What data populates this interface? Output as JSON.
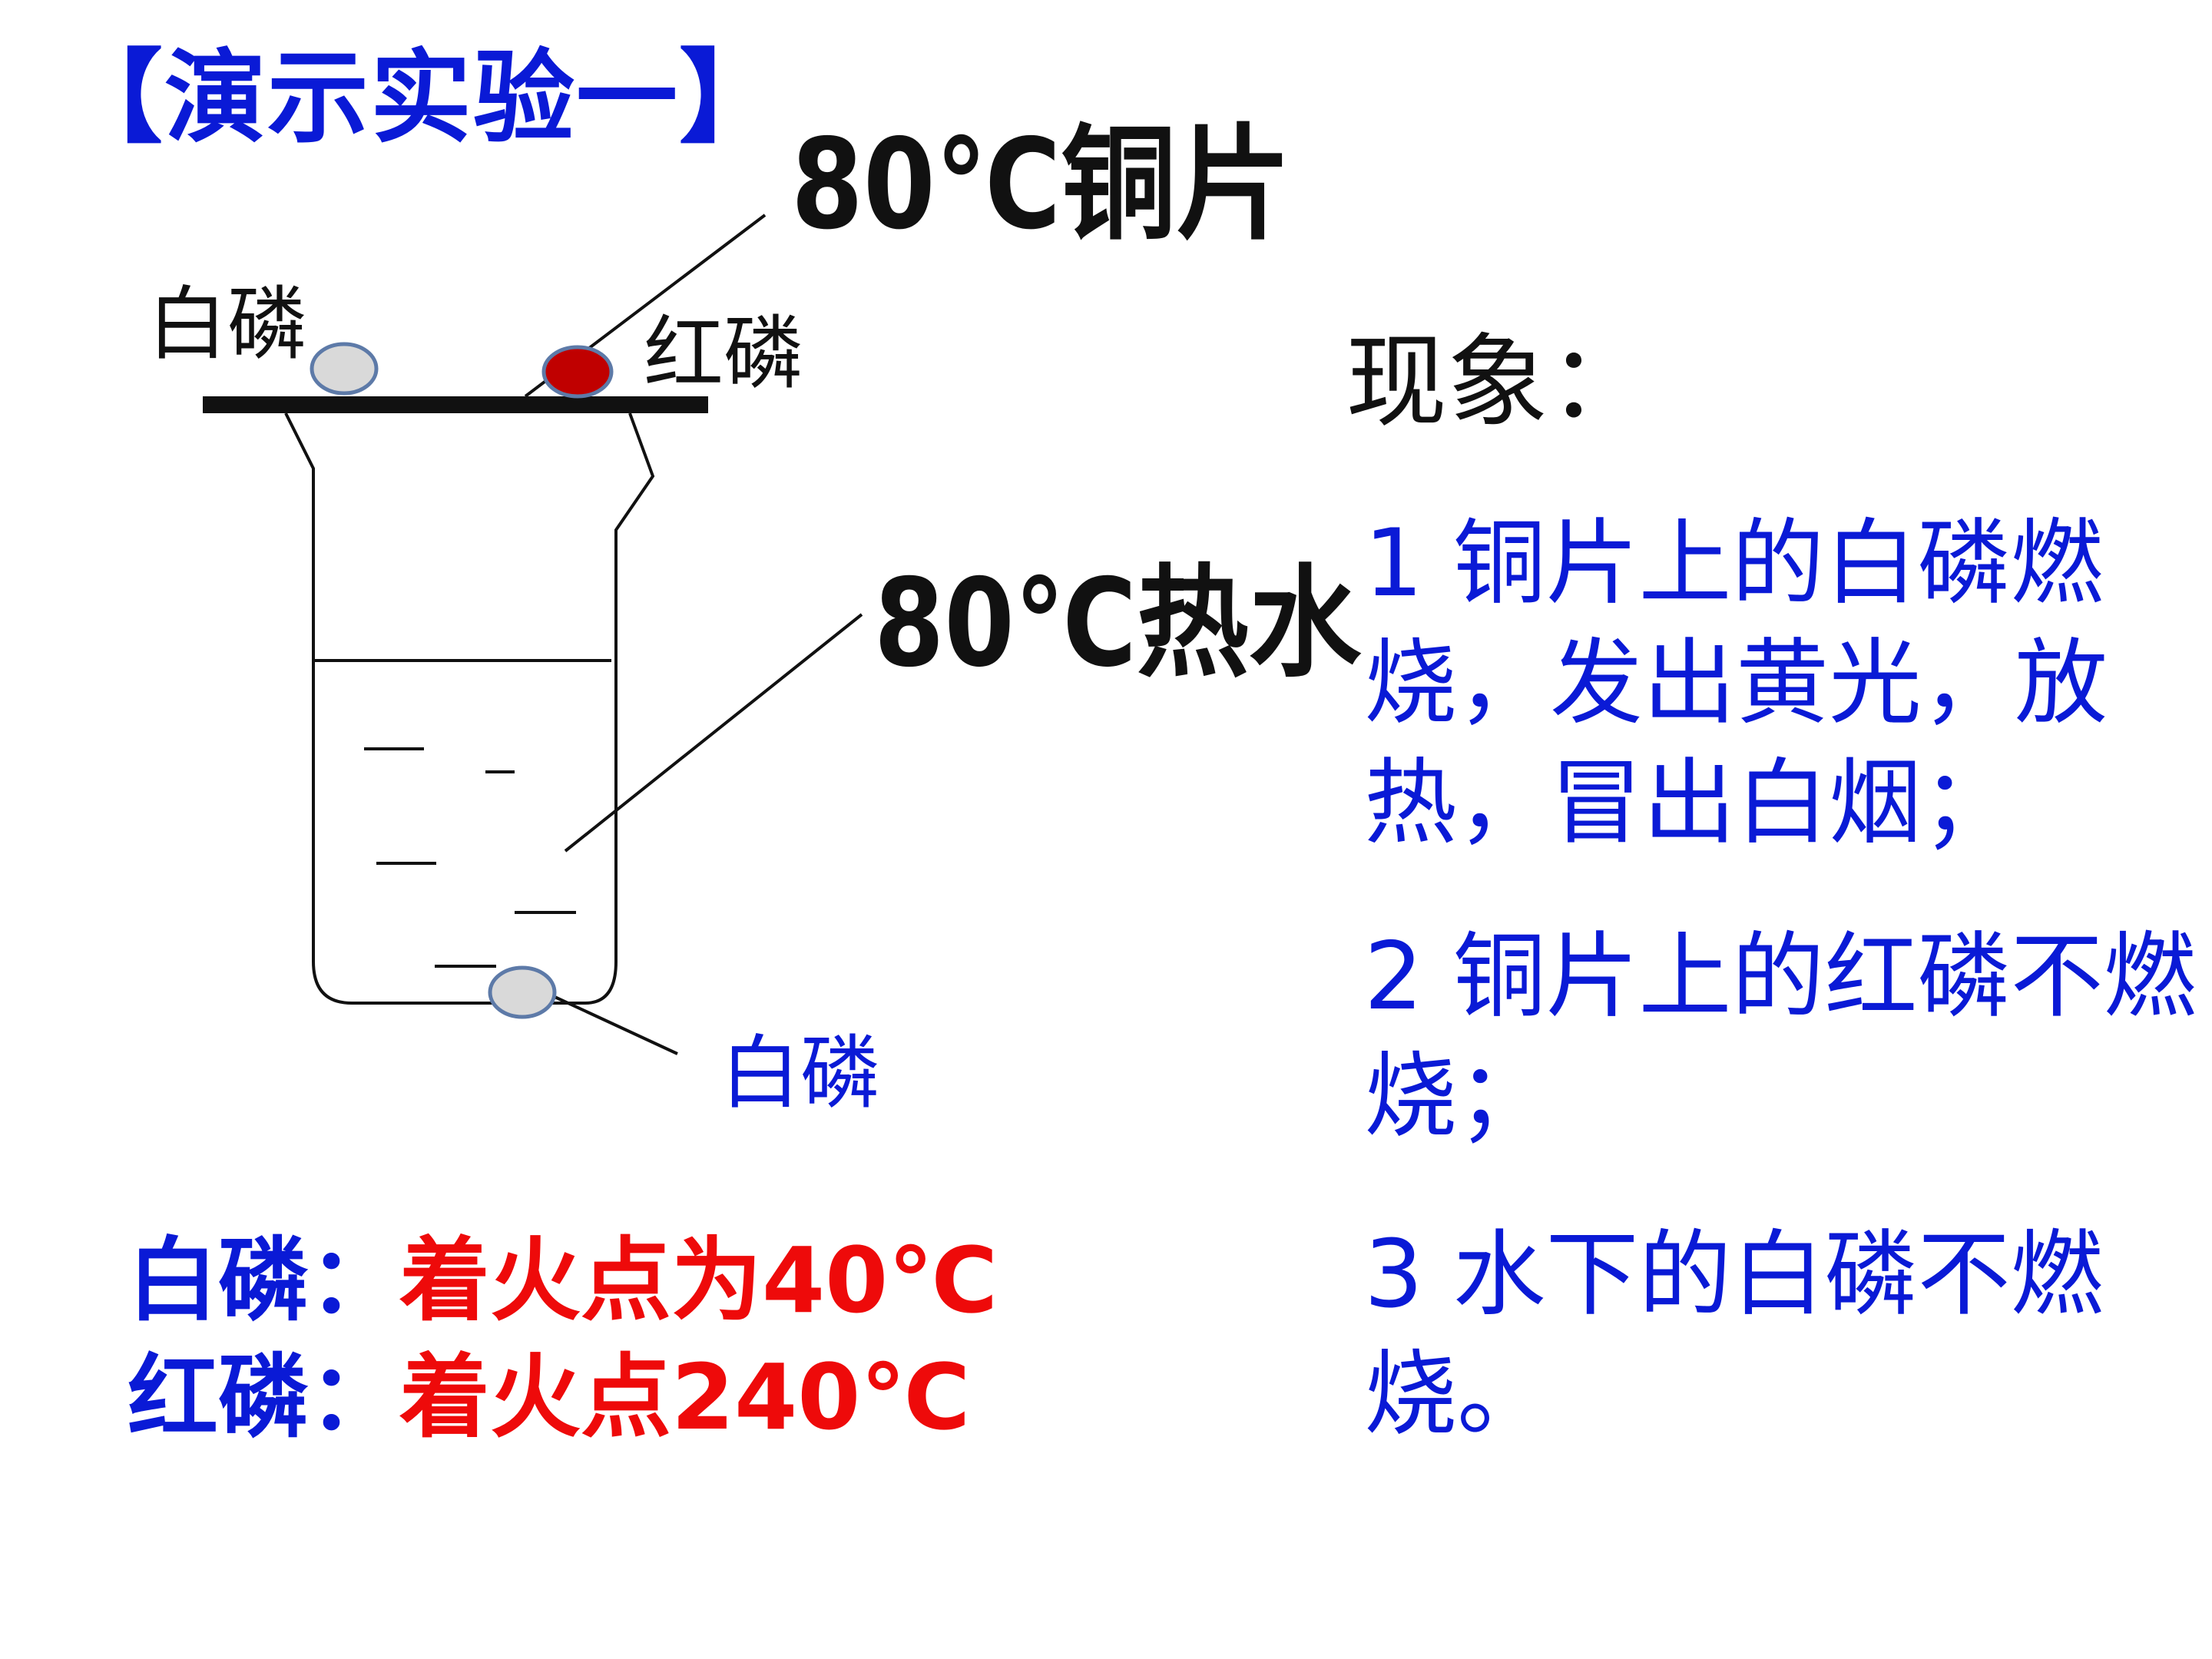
{
  "title": "【演示实验一】",
  "diagram": {
    "copper_plate_label": "80℃铜片",
    "hot_water_label": "80℃热水",
    "white_phosphorus_on_plate": "白磷",
    "red_phosphorus_on_plate": "红磷",
    "white_phosphorus_underwater": "白磷",
    "colors": {
      "white_phosphorus_fill": "#d9d9d9",
      "white_phosphorus_stroke": "#5d7aa8",
      "red_phosphorus_fill": "#c00000",
      "red_phosphorus_stroke": "#5d7aa8"
    }
  },
  "facts": [
    {
      "name": "白磷：",
      "value": "着火点为40℃"
    },
    {
      "name": "红磷：",
      "value": "着火点240℃"
    }
  ],
  "phenomena": {
    "title": "现象：",
    "items": [
      "1  铜片上的白磷燃烧，发出黄光，放热，冒出白烟；",
      "2  铜片上的红磷不燃烧；",
      "3  水下的白磷不燃烧。"
    ]
  },
  "colors": {
    "title": "#0a1ad6",
    "highlight": "#ee0a0a"
  }
}
